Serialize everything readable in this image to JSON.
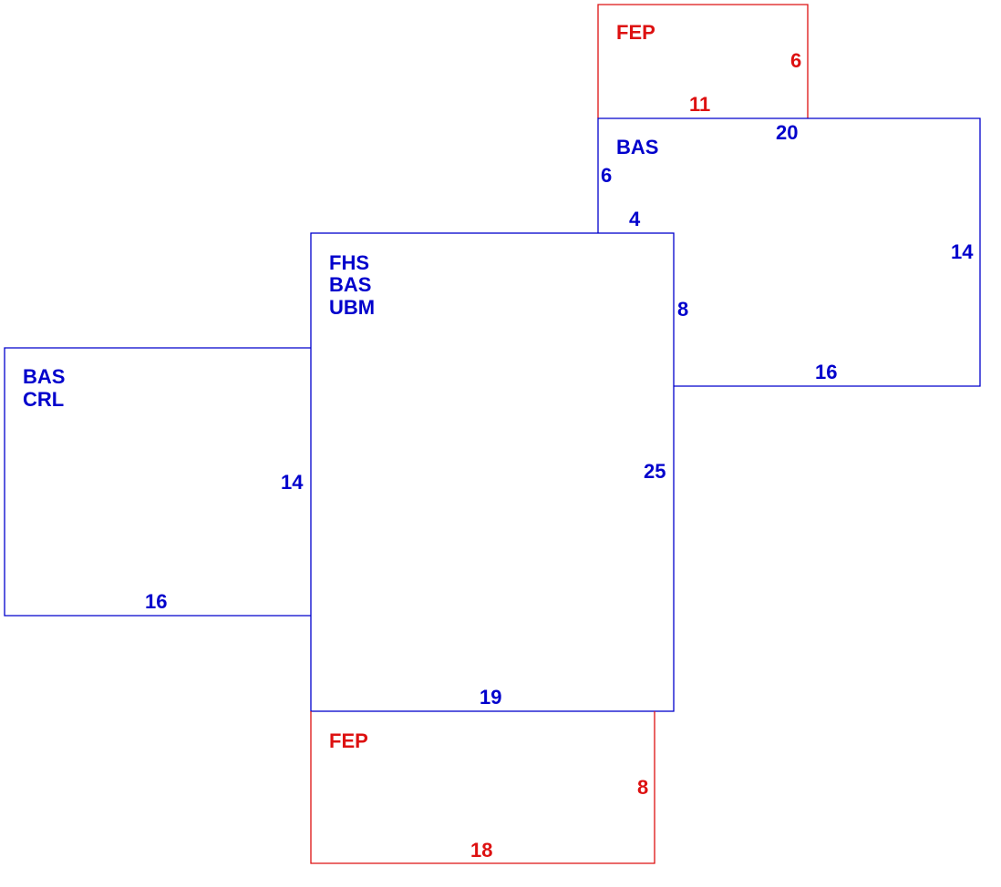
{
  "colors": {
    "living": "#0000cc",
    "porch": "#dd1111"
  },
  "areas": {
    "porch_top": {
      "codes": [
        "FEP"
      ],
      "right_dim": "6",
      "bottom_dim": "11",
      "color": "#dd1111"
    },
    "bas_right": {
      "codes": [
        "BAS"
      ],
      "top_dim": "20",
      "left_dim": "6",
      "notch_dim": "4",
      "right_dim": "14",
      "inner_left_dim": "8",
      "bottom_dim": "16",
      "color": "#0000cc"
    },
    "main": {
      "codes": [
        "FHS",
        "BAS",
        "UBM"
      ],
      "right_dim": "25",
      "bottom_dim": "19",
      "color": "#0000cc"
    },
    "bas_left": {
      "codes": [
        "BAS",
        "CRL"
      ],
      "right_dim": "14",
      "bottom_dim": "16",
      "color": "#0000cc"
    },
    "porch_bottom": {
      "codes": [
        "FEP"
      ],
      "right_dim": "8",
      "bottom_dim": "18",
      "color": "#dd1111"
    }
  }
}
